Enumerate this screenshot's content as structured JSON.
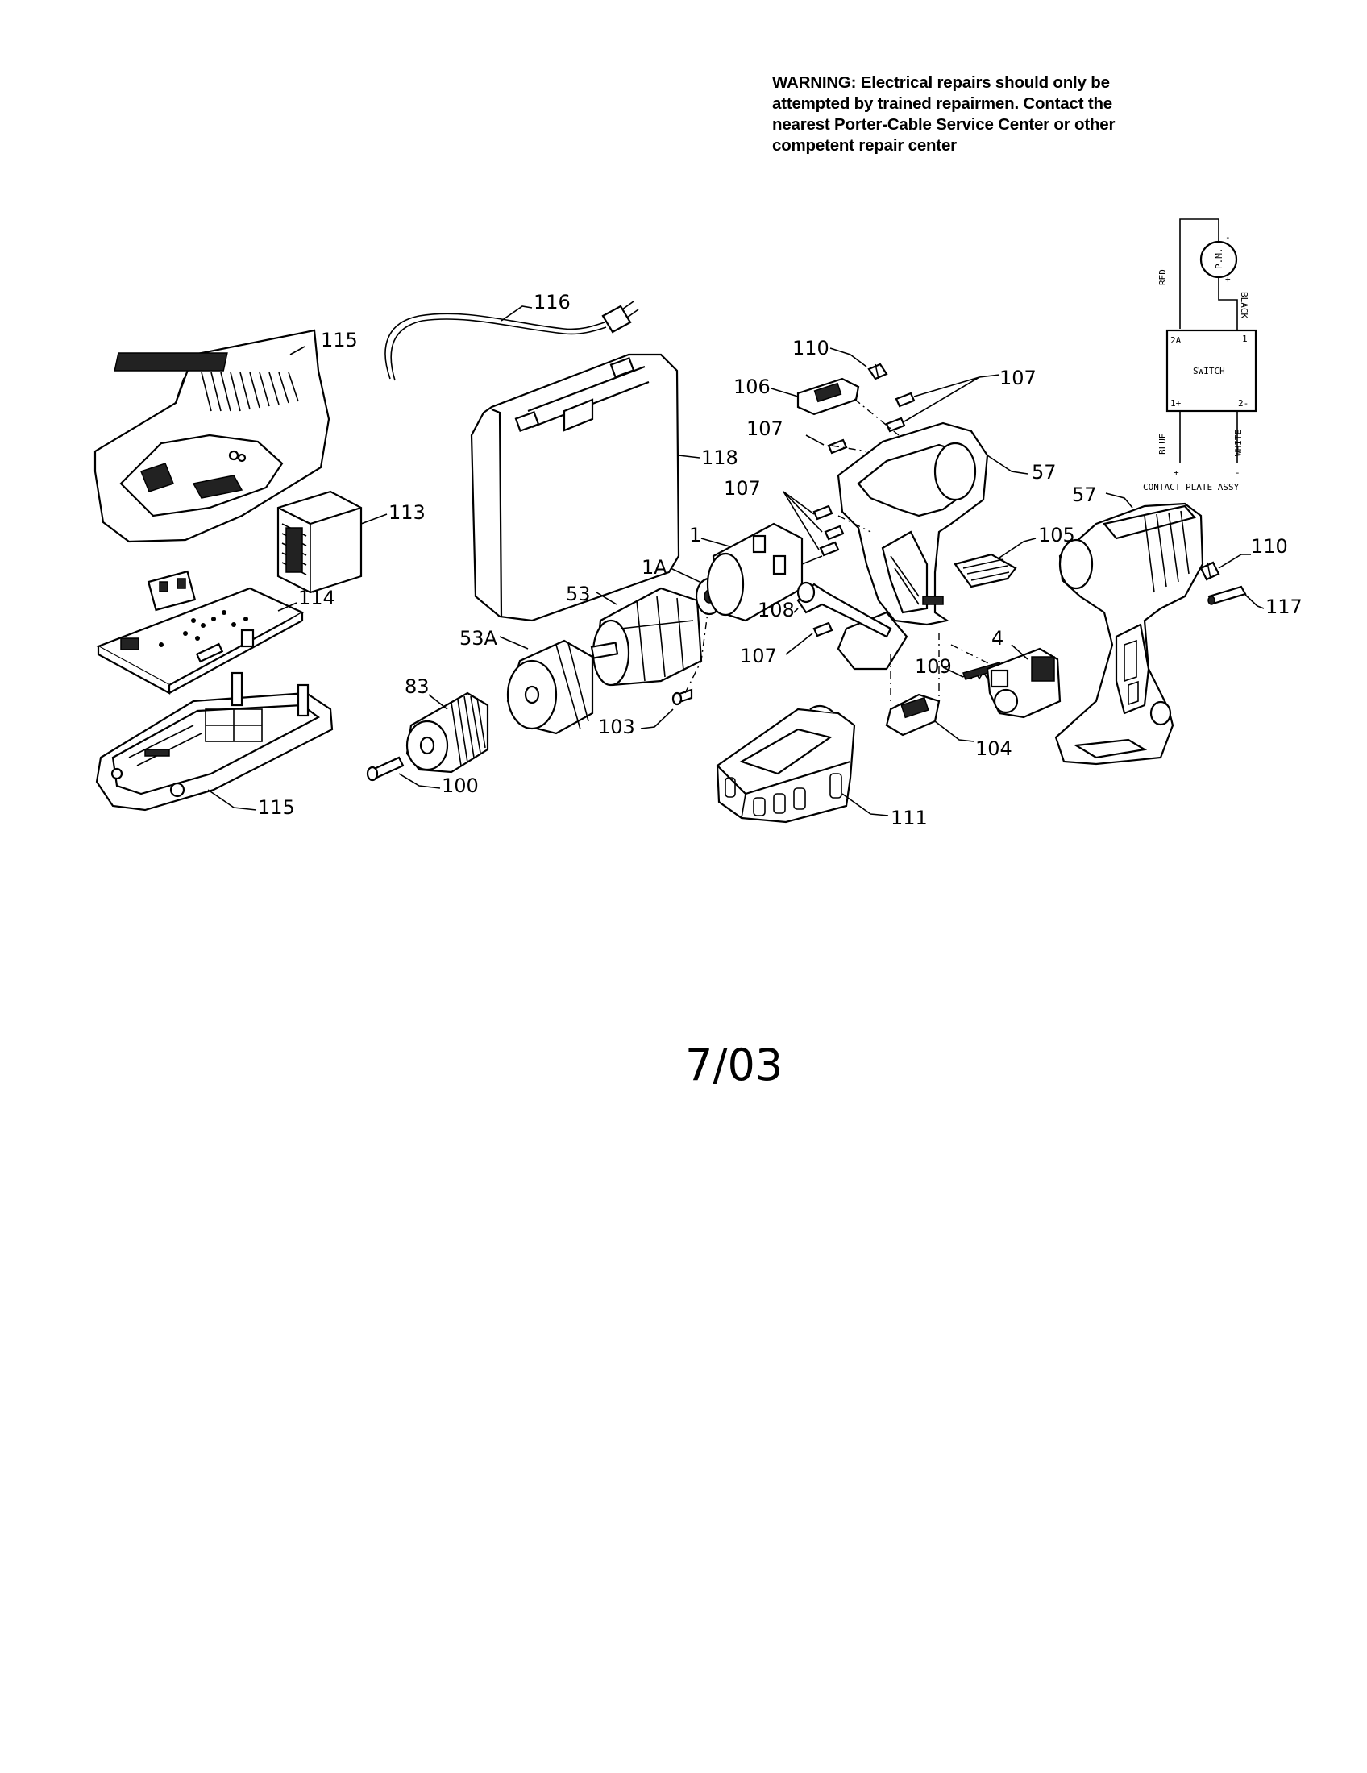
{
  "warning": {
    "lines": [
      "WARNING: Electrical repairs should only be",
      "attempted by trained repairmen. Contact the",
      "nearest Porter-Cable Service Center or other",
      "competent repair center"
    ]
  },
  "callouts": {
    "c115_top": "115",
    "c116": "116",
    "c118": "118",
    "c110_top": "110",
    "c106": "106",
    "c107_top_right": "107",
    "c107_mid": "107",
    "c57_left": "57",
    "c57_right": "57",
    "c107_left": "107",
    "c113": "113",
    "c1": "1",
    "c1A": "1A",
    "c53": "53",
    "c105": "105",
    "c110_right": "110",
    "c114": "114",
    "c108": "108",
    "c117": "117",
    "c53A": "53A",
    "c107_low": "107",
    "c4": "4",
    "c83": "83",
    "c109": "109",
    "c103": "103",
    "c104": "104",
    "c100": "100",
    "c115_bottom": "115",
    "c111": "111"
  },
  "schematic": {
    "motor_label": "P.M.",
    "motor_minus": "-",
    "motor_plus": "+",
    "switch_label": "SWITCH",
    "terminal_2a": "2A",
    "terminal_1": "1",
    "terminal_1plus": "1+",
    "terminal_2minus": "2-",
    "wire_red": "RED",
    "wire_black": "BLACK",
    "wire_blue": "BLUE",
    "wire_white": "WHITE",
    "bottom_plus": "+",
    "bottom_minus": "-",
    "caption": "CONTACT PLATE ASSY"
  },
  "date": "7/03"
}
